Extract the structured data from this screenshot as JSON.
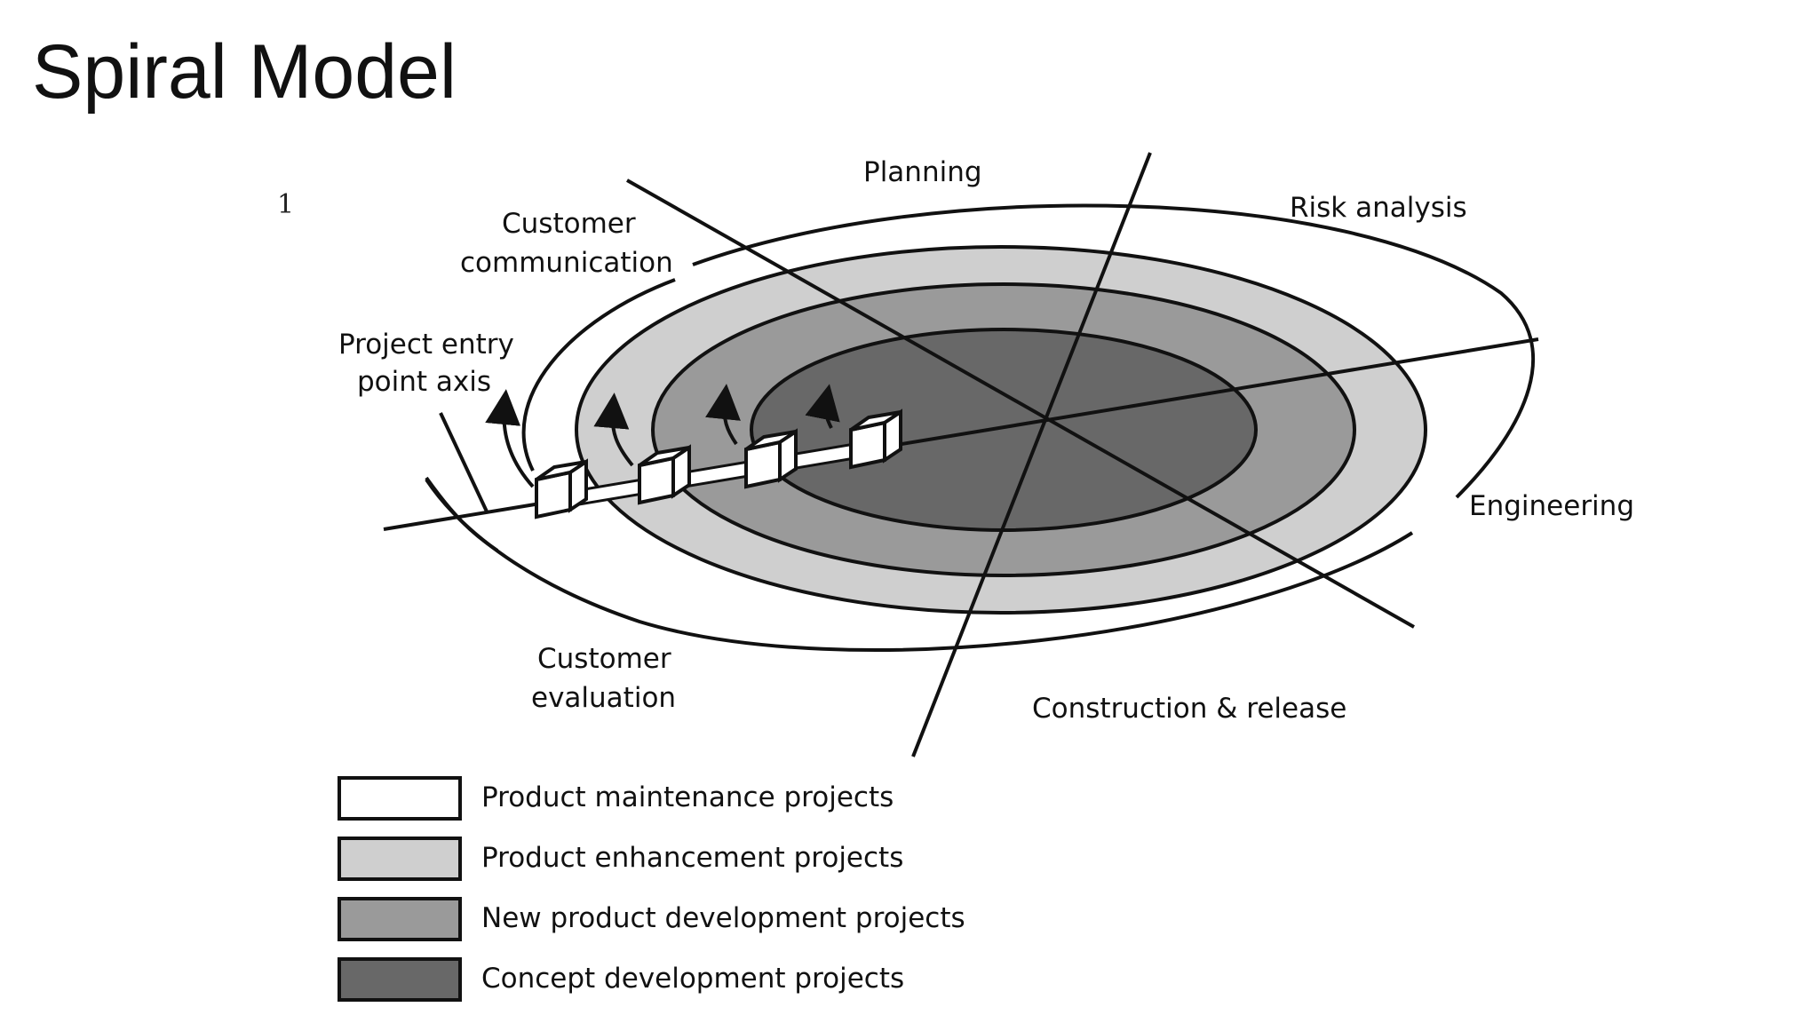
{
  "slide": {
    "title": "Spiral Model",
    "number": "1"
  },
  "diagram": {
    "quadrant_labels": {
      "planning": "Planning",
      "risk_analysis": "Risk analysis",
      "engineering": "Engineering",
      "construction_release": "Construction & release",
      "customer_evaluation_line1": "Customer",
      "customer_evaluation_line2": "evaluation",
      "customer_communication_line1": "Customer",
      "customer_communication_line2": "communication"
    },
    "entry_axis_label_line1": "Project entry",
    "entry_axis_label_line2": "point axis"
  },
  "legend": {
    "items": [
      {
        "label": "Product maintenance projects",
        "color": "#ffffff"
      },
      {
        "label": "Product enhancement projects",
        "color": "#cfcfcf"
      },
      {
        "label": "New product development projects",
        "color": "#9a9a9a"
      },
      {
        "label": "Concept development projects",
        "color": "#686868"
      }
    ]
  },
  "colors": {
    "ring_white": "#ffffff",
    "ring_light": "#cfcfcf",
    "ring_medium": "#9a9a9a",
    "ring_dark": "#686868",
    "stroke": "#111111"
  }
}
